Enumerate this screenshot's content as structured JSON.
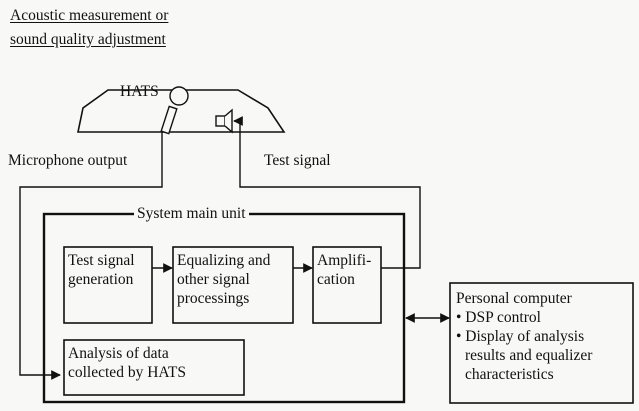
{
  "title": {
    "line1": "Acoustic measurement or",
    "line2": "sound quality adjustment"
  },
  "hats": {
    "label": "HATS"
  },
  "connections": {
    "microphone_output": "Microphone output",
    "test_signal": "Test signal"
  },
  "system_main_unit": {
    "label": "System main unit",
    "test_signal_generation": [
      "Test signal",
      "generation"
    ],
    "equalizing": [
      "Equalizing and",
      "other signal",
      "processings"
    ],
    "amplification": [
      "Amplifi-",
      "cation"
    ],
    "analysis": [
      "Analysis of data",
      "collected by HATS"
    ]
  },
  "personal_computer": {
    "title": "Personal computer",
    "items": [
      "• DSP control",
      "• Display of analysis",
      "results and equalizer",
      "characteristics"
    ]
  }
}
